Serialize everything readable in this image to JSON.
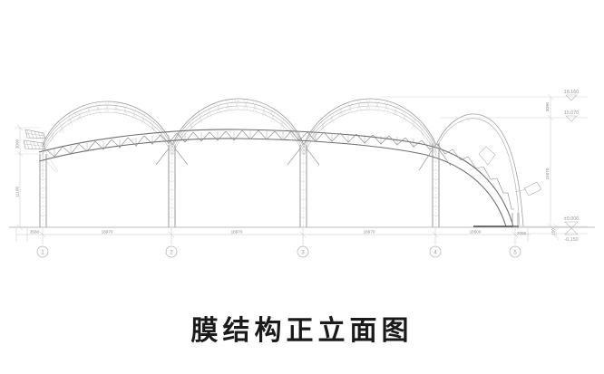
{
  "drawing": {
    "title": "膜结构正立面图",
    "type": "architectural-elevation",
    "discipline": "membrane-structure",
    "bays": 4,
    "grid_labels": [
      "1",
      "2",
      "3",
      "4",
      "5"
    ],
    "horizontal_dimensions": [
      {
        "label": "3560",
        "from": "edge",
        "to": "1"
      },
      {
        "label": "18970",
        "from": "1",
        "to": "2"
      },
      {
        "label": "18970",
        "from": "2",
        "to": "3"
      },
      {
        "label": "18970",
        "from": "3",
        "to": "4"
      },
      {
        "label": "18500",
        "from": "4",
        "to": "5"
      },
      {
        "label": "2056",
        "from": "5",
        "to": "edge"
      }
    ],
    "vertical_dimensions": [
      {
        "label": "3000",
        "side": "left"
      },
      {
        "label": "11100",
        "side": "left"
      },
      {
        "label": "3090",
        "side": "right"
      },
      {
        "label": "15070",
        "side": "right"
      },
      {
        "label": "150",
        "side": "right"
      }
    ],
    "levels": [
      {
        "label": "18.160",
        "marker": "elevation-triangle"
      },
      {
        "label": "15.070",
        "marker": "elevation-triangle"
      },
      {
        "label": "±0.000",
        "marker": "elevation-triangle"
      },
      {
        "label": "-0.150",
        "marker": "elevation-triangle"
      }
    ],
    "colors": {
      "line": "#9b9b9b",
      "line_dark": "#6e6e6e",
      "dim": "#bdbdbd",
      "text": "#8a8a8a",
      "title": "#1a1a1a",
      "background": "#ffffff"
    }
  }
}
